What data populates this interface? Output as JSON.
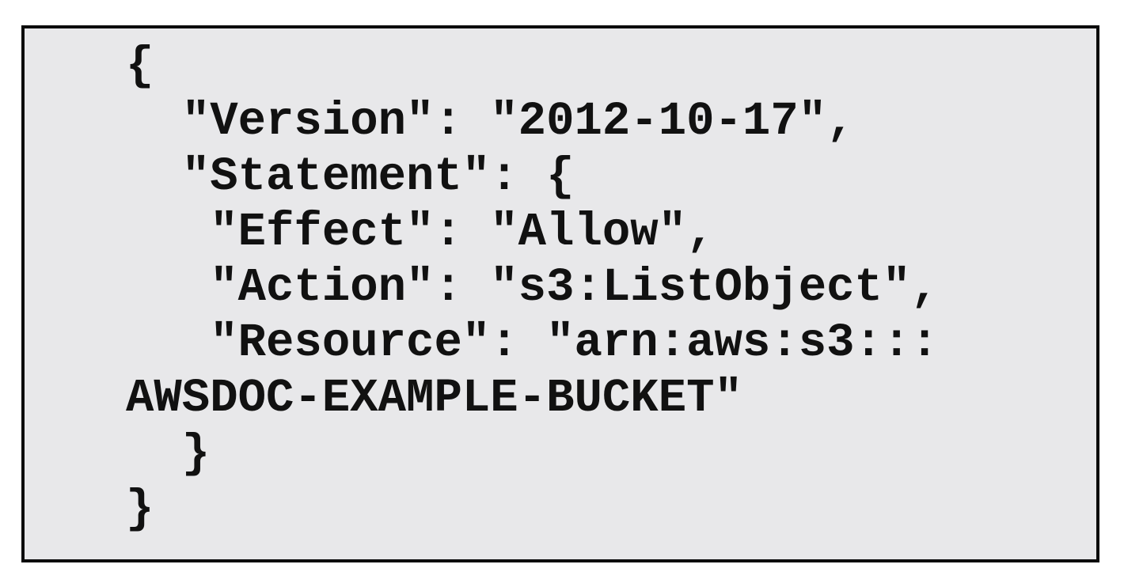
{
  "figure": {
    "colors": {
      "page_background": "#ffffff",
      "box_background": "#e8e8ea",
      "box_border": "#0b0b0b",
      "code_text": "#111111"
    },
    "code_lines": [
      "{",
      "  \"Version\": \"2012-10-17\",",
      "  \"Statement\": {",
      "   \"Effect\": \"Allow\",",
      "   \"Action\": \"s3:ListObject\",",
      "   \"Resource\": \"arn:aws:s3:::",
      "AWSDOC-EXAMPLE-BUCKET\"",
      "  }",
      "}"
    ],
    "policy": {
      "Version": "2012-10-17",
      "Statement": {
        "Effect": "Allow",
        "Action": "s3:ListObject",
        "Resource": "arn:aws:s3:::AWSDOC-EXAMPLE-BUCKET"
      }
    }
  }
}
